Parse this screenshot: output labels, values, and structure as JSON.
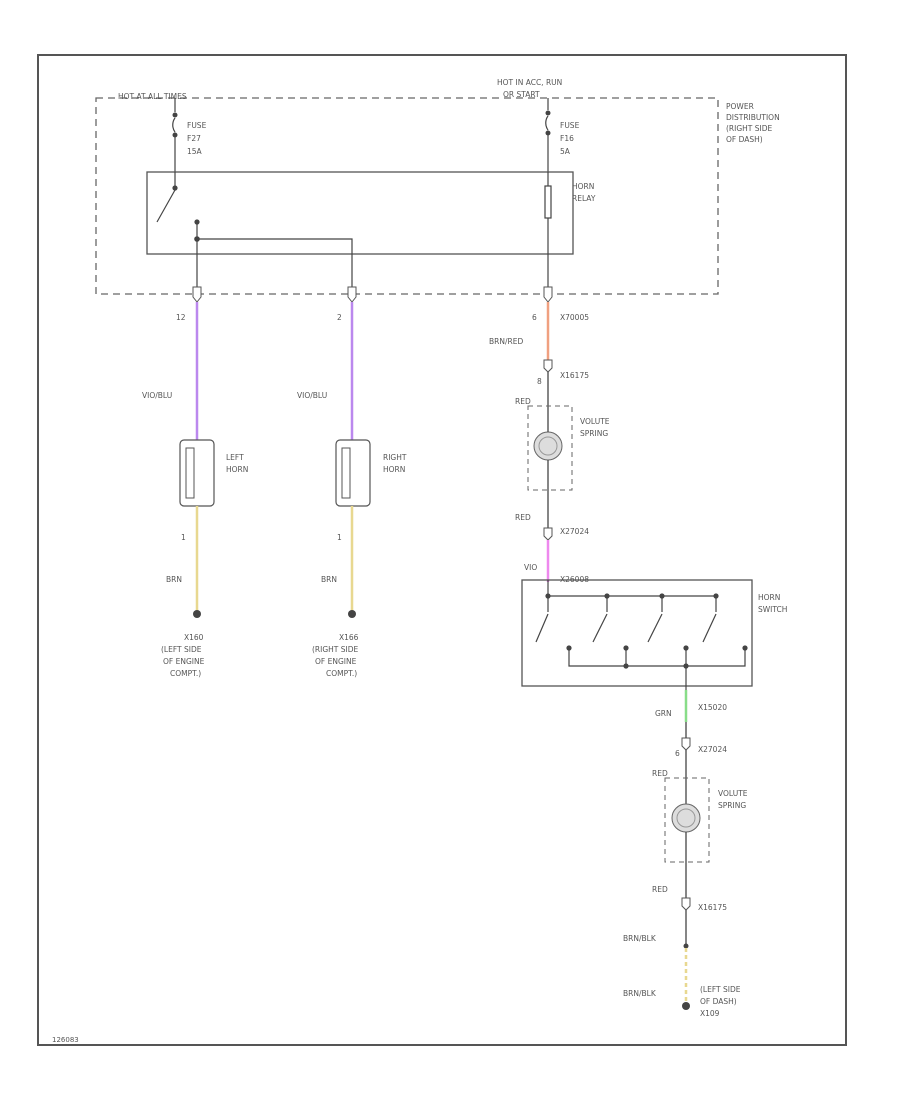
{
  "diagram": {
    "power_labels": {
      "hot_at_all_times": "HOT AT ALL TIMES",
      "hot_in_acc_run": [
        "HOT IN ACC, RUN",
        "OR START"
      ]
    },
    "fuse_left": [
      "FUSE",
      "F27",
      "15A"
    ],
    "fuse_right": [
      "FUSE",
      "F16",
      "5A"
    ],
    "power_distribution": [
      "POWER",
      "DISTRIBUTION",
      "(RIGHT SIDE",
      "OF DASH)"
    ],
    "horn_relay": [
      "HORN",
      "RELAY"
    ],
    "pins": {
      "left_horn_feed": "12",
      "right_horn_feed": "2",
      "relay_coil": "6",
      "left_horn_ground": "1",
      "right_horn_ground": "1",
      "clock_spring_1_in": "8",
      "clock_spring_2_in": "6"
    },
    "connectors": {
      "relay_out": "X70005",
      "clock_spring_1_in": "X16175",
      "clock_spring_1_out": "X27024",
      "horn_switch_in": "X26008",
      "horn_switch_out": "X15020",
      "clock_spring_2_in": "X27024",
      "clock_spring_2_out": "X16175"
    },
    "wire_colors": {
      "left_horn_feed": "VIO/BLU",
      "right_horn_feed": "VIO/BLU",
      "relay_coil": "BRN/RED",
      "clock_spring_1_in": "RED",
      "clock_spring_1_out": "RED",
      "horn_switch_in": "VIO",
      "horn_switch_out": "GRN",
      "clock_spring_2_in": "RED",
      "clock_spring_2_out": "RED",
      "left_horn_ground": "BRN",
      "right_horn_ground": "BRN",
      "ground_1": "BRN/BLK",
      "ground_2": "BRN/BLK"
    },
    "components": {
      "left_horn": [
        "LEFT",
        "HORN"
      ],
      "right_horn": [
        "RIGHT",
        "HORN"
      ],
      "clock_spring_1": [
        "VOLUTE",
        "SPRING"
      ],
      "clock_spring_2": [
        "VOLUTE",
        "SPRING"
      ],
      "horn_switch": [
        "HORN",
        "SWITCH"
      ]
    },
    "grounds": {
      "left": [
        "X160",
        "(LEFT SIDE",
        "OF ENGINE",
        "COMPT.)"
      ],
      "right": [
        "X166",
        "(RIGHT SIDE",
        "OF ENGINE",
        "COMPT.)"
      ],
      "dash": [
        "(LEFT SIDE",
        "OF DASH)",
        "X109"
      ]
    },
    "footer_code": "126083",
    "colors": {
      "violet_wire": "#bb88ee",
      "pink_wire": "#ee88ee",
      "orange_wire": "#f0a080",
      "green_wire": "#88dd88",
      "yellow_wire": "#e8d890",
      "line": "#444444"
    }
  }
}
